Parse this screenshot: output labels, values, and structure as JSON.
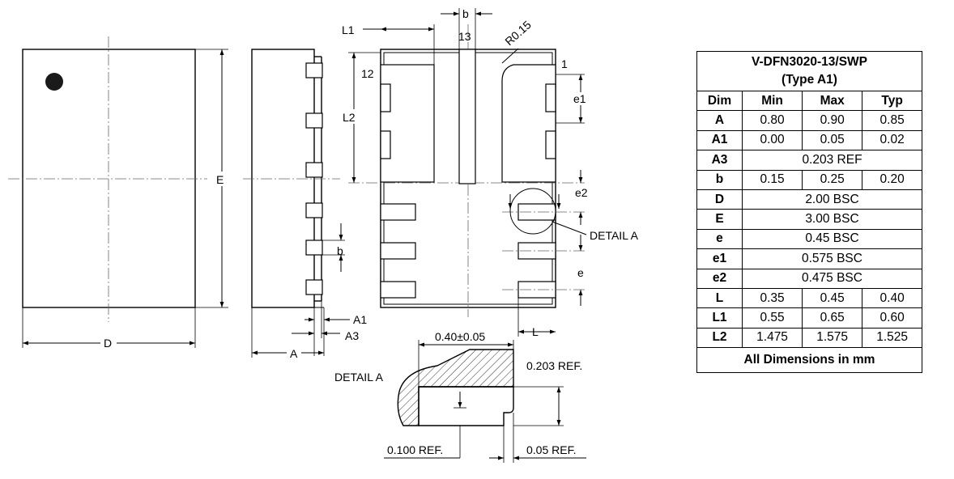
{
  "table": {
    "title_line1": "V-DFN3020-13/SWP",
    "title_line2": "(Type A1)",
    "headers": [
      "Dim",
      "Min",
      "Max",
      "Typ"
    ],
    "rows": [
      {
        "dim": "A",
        "min": "0.80",
        "max": "0.90",
        "typ": "0.85"
      },
      {
        "dim": "A1",
        "min": "0.00",
        "max": "0.05",
        "typ": "0.02"
      },
      {
        "dim": "A3",
        "span": "0.203 REF"
      },
      {
        "dim": "b",
        "min": "0.15",
        "max": "0.25",
        "typ": "0.20"
      },
      {
        "dim": "D",
        "span": "2.00 BSC"
      },
      {
        "dim": "E",
        "span": "3.00 BSC"
      },
      {
        "dim": "e",
        "span": "0.45 BSC"
      },
      {
        "dim": "e1",
        "span": "0.575 BSC"
      },
      {
        "dim": "e2",
        "span": "0.475 BSC"
      },
      {
        "dim": "L",
        "min": "0.35",
        "max": "0.45",
        "typ": "0.40"
      },
      {
        "dim": "L1",
        "min": "0.55",
        "max": "0.65",
        "typ": "0.60"
      },
      {
        "dim": "L2",
        "min": "1.475",
        "max": "1.575",
        "typ": "1.525"
      }
    ],
    "footer": "All Dimensions in mm"
  },
  "labels": {
    "top_D": "D",
    "top_E": "E",
    "side_b": "b",
    "side_A1": "A1",
    "side_A3": "A3",
    "side_A": "A",
    "bottom_b": "b",
    "bottom_13": "13",
    "bottom_L1": "L1",
    "bottom_R": "R0.15",
    "bottom_1": "1",
    "bottom_12": "12",
    "bottom_L2": "L2",
    "bottom_e1": "e1",
    "bottom_e2": "e2",
    "bottom_e": "e",
    "bottom_L": "L",
    "detail_a_callout": "DETAIL A",
    "detail_a_title": "DETAIL A",
    "detail_040": "0.40±0.05",
    "detail_0203": "0.203 REF.",
    "detail_0100": "0.100 REF.",
    "detail_005": "0.05 REF."
  }
}
